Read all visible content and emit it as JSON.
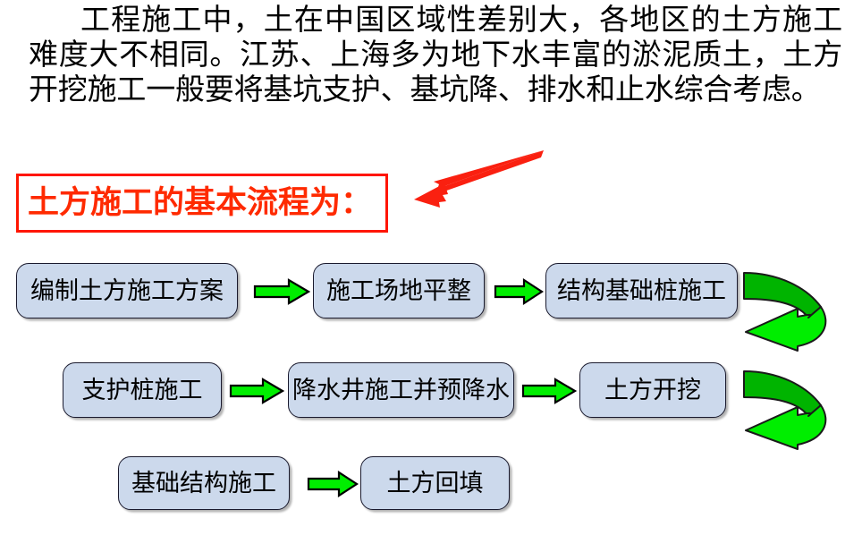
{
  "slide": {
    "intro_paragraph": "工程施工中，土在中国区域性差别大，各地区的土方施工难度大不相同。江苏、上海多为地下水丰富的淤泥质土，土方开挖施工一般要将基坑支护、基坑降、排水和止水综合考虑。",
    "heading_box_text": "土方施工的基本流程为："
  },
  "colors": {
    "heading_red": "#ff2a00",
    "heading_border_red": "#ff1500",
    "pointer_arrow_red": "#fa2010",
    "box_fill": "#ccd9ec",
    "box_border": "#1a1a2e",
    "arrow_green": "#00ee00",
    "arrow_green_dark": "#00a000",
    "arrow_outline": "#000000",
    "text_black": "#000000"
  },
  "flowchart": {
    "rows": [
      {
        "boxes": [
          {
            "id": "r1c1",
            "label": "编制土方施工方案"
          },
          {
            "id": "r1c2",
            "label": "施工场地平整"
          },
          {
            "id": "r1c3",
            "label": "结构基础桩施工"
          }
        ]
      },
      {
        "boxes": [
          {
            "id": "r2c1",
            "label": "支护桩施工"
          },
          {
            "id": "r2c2",
            "label": "降水井施工并预降水"
          },
          {
            "id": "r2c3",
            "label": "土方开挖"
          }
        ]
      },
      {
        "boxes": [
          {
            "id": "r3c1",
            "label": "基础结构施工"
          },
          {
            "id": "r3c2",
            "label": "土方回填"
          }
        ]
      }
    ],
    "connectors": {
      "straight_arrows": [
        {
          "id": "r1a",
          "direction": "right"
        },
        {
          "id": "r1b",
          "direction": "right"
        },
        {
          "id": "r2a",
          "direction": "right"
        },
        {
          "id": "r2b",
          "direction": "right"
        },
        {
          "id": "r3a",
          "direction": "right"
        }
      ],
      "curved_arrows": [
        {
          "id": "c1",
          "direction": "wrap-down-left"
        },
        {
          "id": "c2",
          "direction": "wrap-down-left"
        }
      ]
    }
  }
}
